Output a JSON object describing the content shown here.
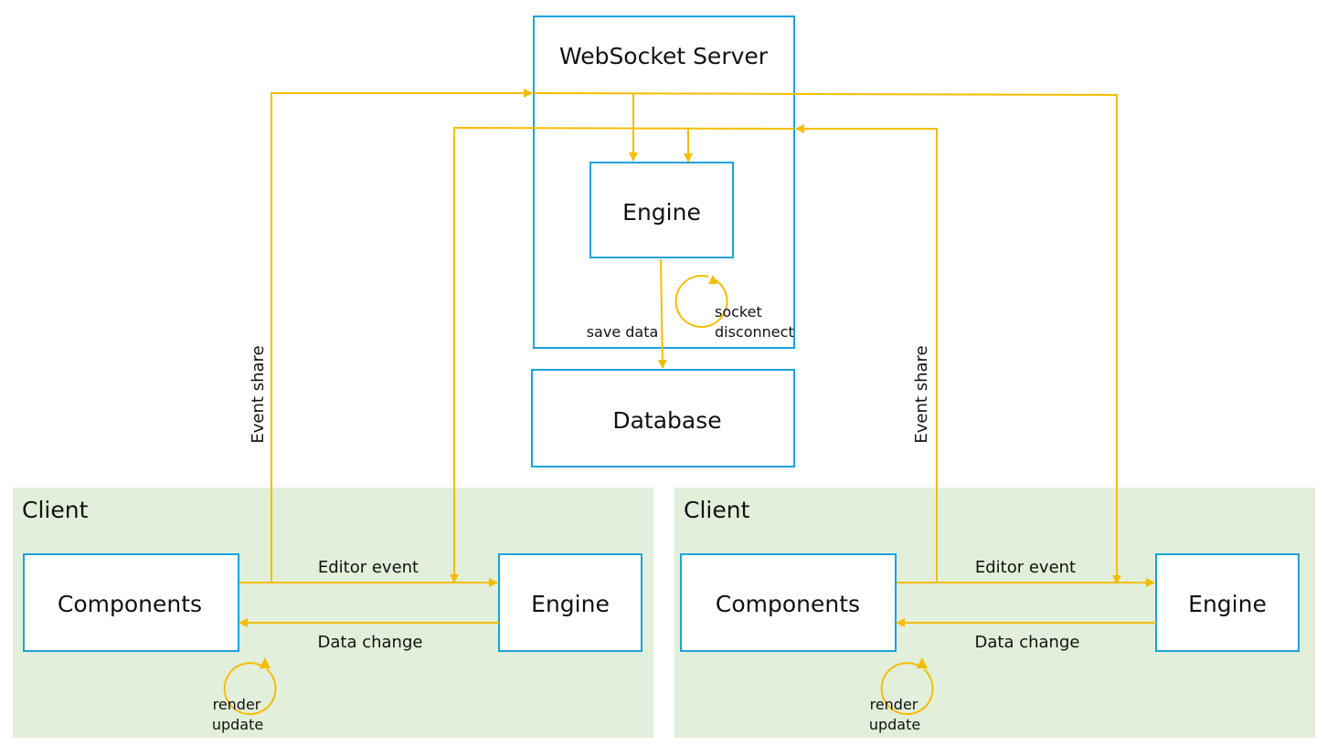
{
  "nodes": {
    "websocket_server": "WebSocket Server",
    "server_engine": "Engine",
    "database": "Database",
    "client_left": {
      "title": "Client",
      "components": "Components",
      "engine": "Engine"
    },
    "client_right": {
      "title": "Client",
      "components": "Components",
      "engine": "Engine"
    }
  },
  "edges": {
    "save_data": "save data",
    "socket_disconnect_1": "socket",
    "socket_disconnect_2": "disconnect",
    "event_share_left": "Event share",
    "event_share_right": "Event share",
    "editor_event_left": "Editor event",
    "data_change_left": "Data change",
    "editor_event_right": "Editor event",
    "data_change_right": "Data change",
    "render_update_left_1": "render",
    "render_update_left_2": "update",
    "render_update_right_1": "render",
    "render_update_right_2": "update"
  },
  "colors": {
    "box_border": "#1aa3dd",
    "flow": "#f5bd00",
    "client_panel": "#e2efda"
  }
}
